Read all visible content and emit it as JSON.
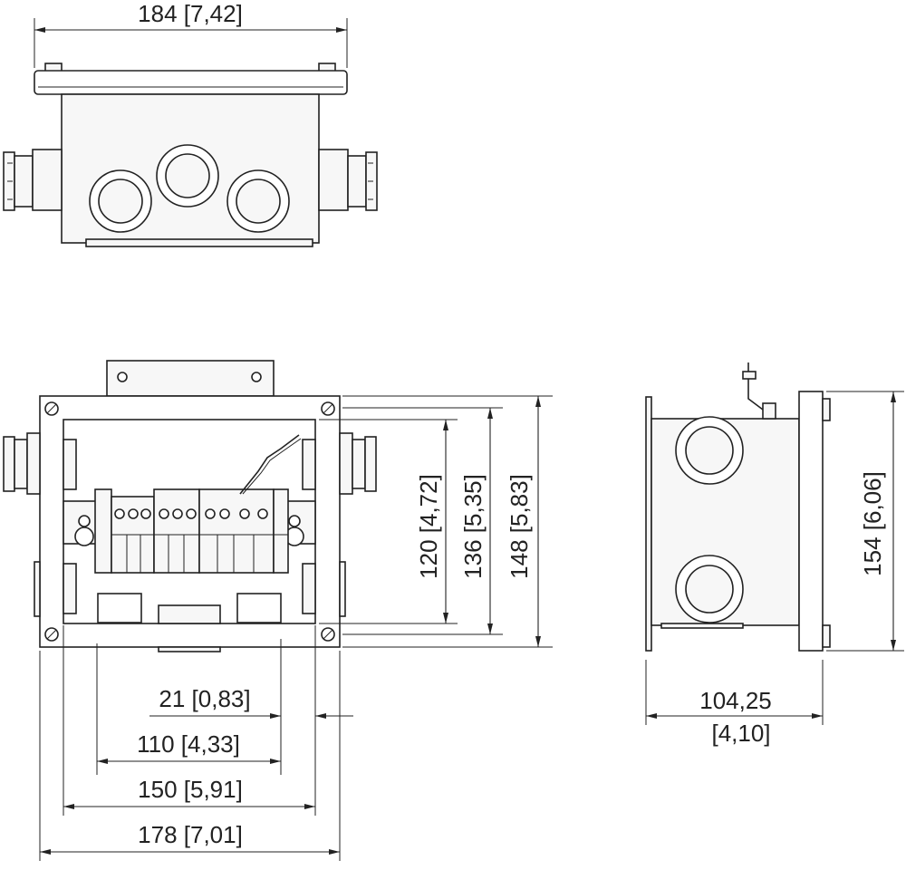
{
  "drawing": {
    "top_view": {
      "width_label": "184 [7,42]"
    },
    "front_view": {
      "height_labels": [
        "120 [4,72]",
        "136 [5,35]",
        "148 [5,83]"
      ],
      "width_labels": [
        "21 [0,83]",
        "110 [4,33]",
        "150 [5,91]",
        "178 [7,01]"
      ]
    },
    "side_view": {
      "height_label": "154 [6,06]",
      "depth_label_line1": "104,25",
      "depth_label_line2": "[4,10]"
    }
  }
}
